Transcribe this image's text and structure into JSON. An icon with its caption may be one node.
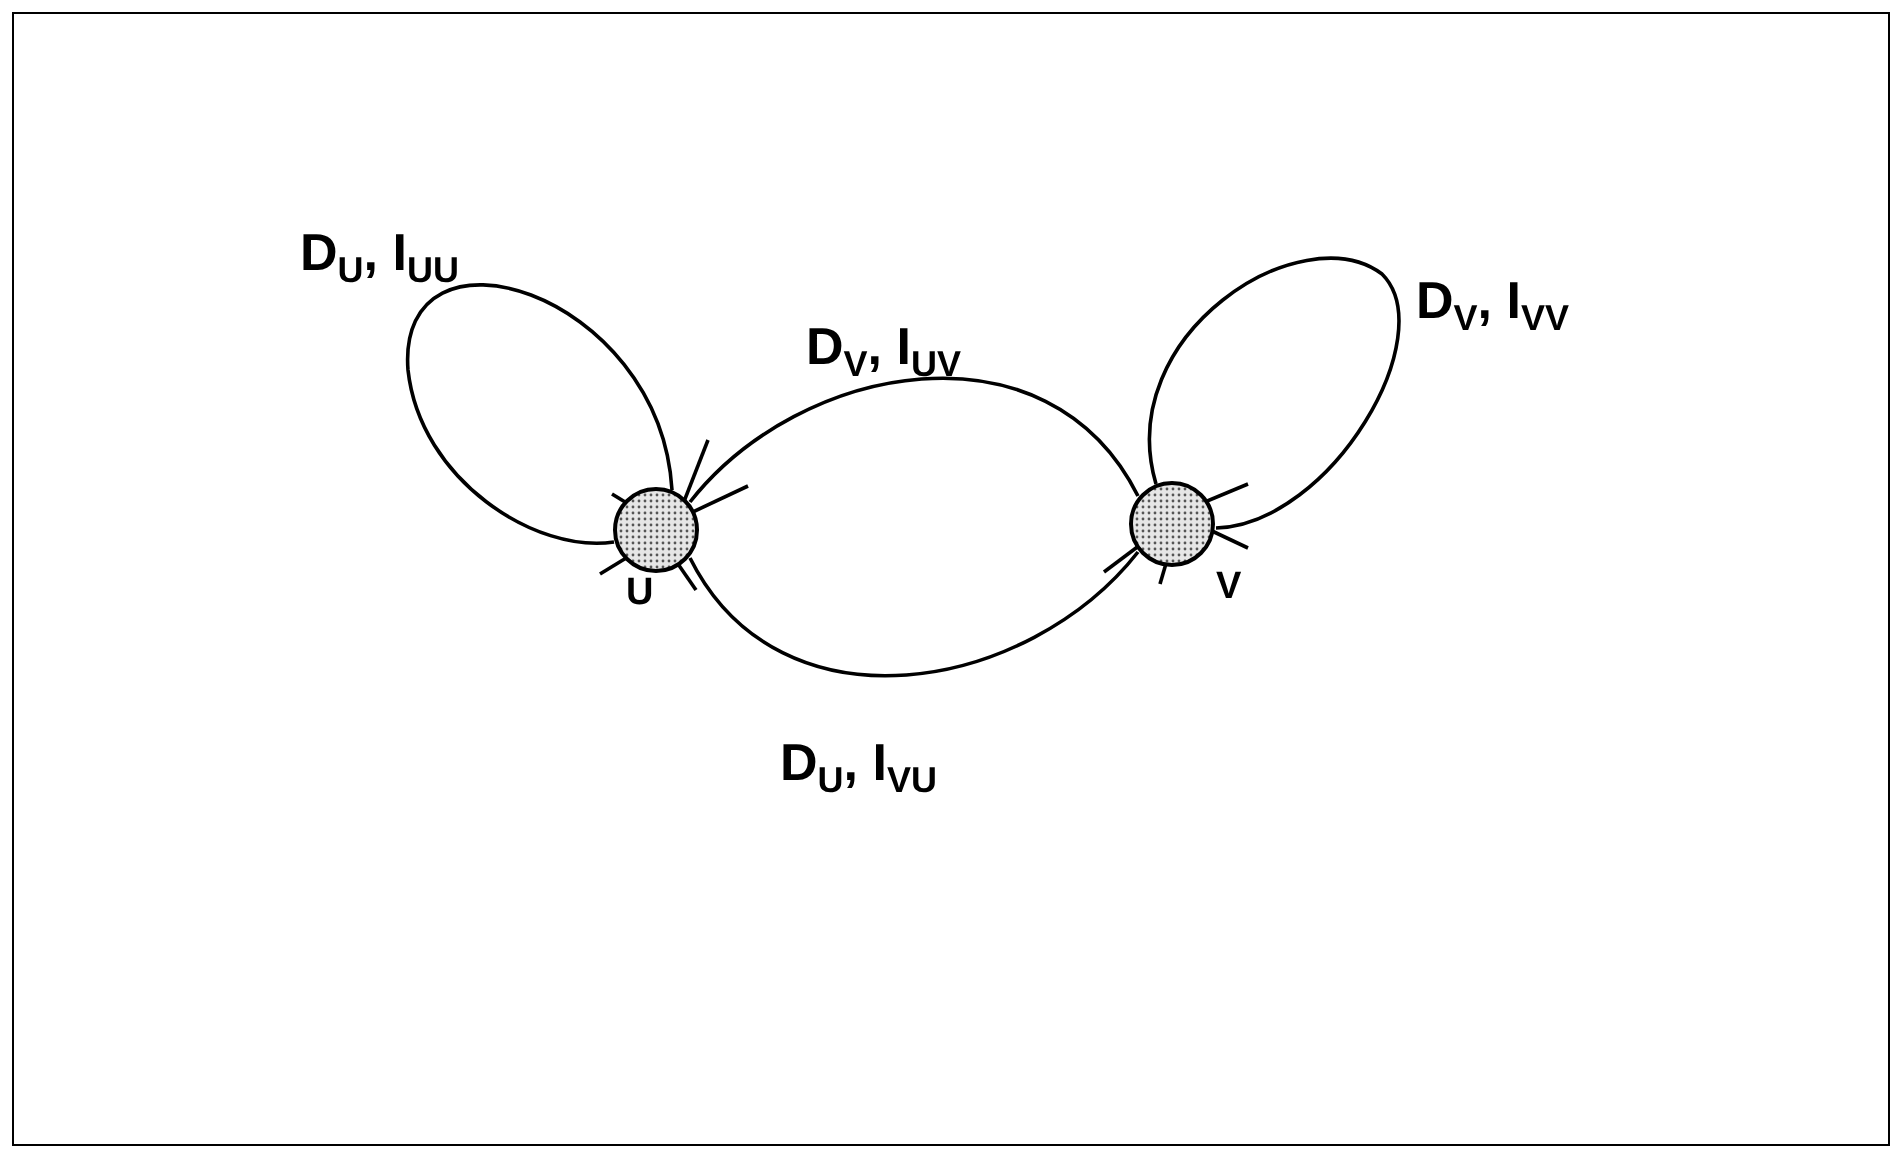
{
  "diagram": {
    "nodes": [
      {
        "text": [],
        "shape": "circle",
        "beside": [
          "U"
        ]
      },
      {
        "text": [],
        "shape": "circle",
        "beside": [
          "V"
        ]
      }
    ],
    "edges": [
      {
        "from": 0,
        "to": 0,
        "arrow": "none",
        "label": "D$_{U}$, I$_{UU}$"
      },
      {
        "from": 0,
        "to": 1,
        "arrow": "none",
        "label": "D$_{V}$, I$_{UV}$"
      },
      {
        "from": 1,
        "to": 1,
        "arrow": "none",
        "label": "D$_{V}$, I$_{VV}$"
      },
      {
        "from": 1,
        "to": 0,
        "arrow": "none",
        "label": "D$_{U}$, I$_{VU}$"
      }
    ]
  }
}
